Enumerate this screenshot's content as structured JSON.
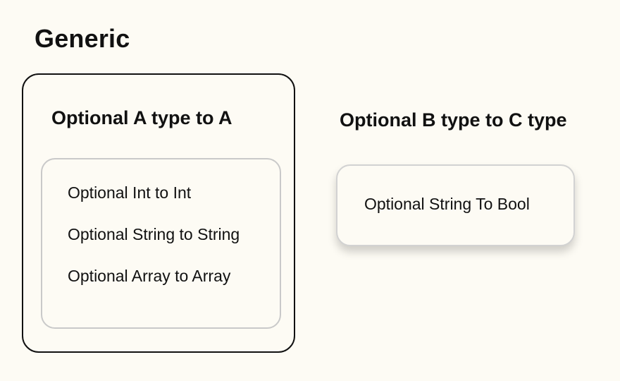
{
  "title": "Generic",
  "left_group": {
    "heading": "Optional A type to A",
    "items": [
      "Optional Int to Int",
      "Optional String to String",
      "Optional Array to Array"
    ]
  },
  "right_group": {
    "heading": "Optional B type to C type",
    "items": [
      "Optional String To Bool"
    ]
  },
  "colors": {
    "background": "#fdfbf4",
    "outer_border": "#111111",
    "inner_border": "#c9c9c9"
  }
}
